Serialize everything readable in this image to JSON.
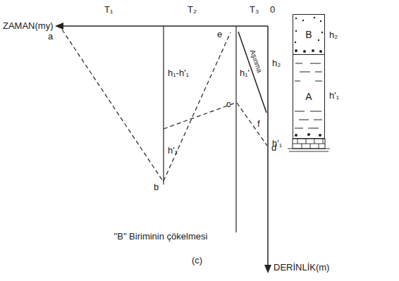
{
  "diagram": {
    "caption": "\"B\" Biriminin çökelmesi",
    "nodes": [
      {
        "text": [
          "B"
        ]
      },
      {
        "text": [
          "A"
        ]
      }
    ],
    "labels": [
      "ZAMAN(my)",
      "T₁",
      "T₂",
      "T₃",
      "0",
      "a",
      "b",
      "c",
      "d",
      "e",
      "f",
      "h₁-h'₁",
      "h'₁",
      "h₁'",
      "Aşınma",
      "h₂",
      "h'₁",
      "DERİNLİK(m)",
      "h₂",
      "h'₁",
      "(c)"
    ]
  }
}
